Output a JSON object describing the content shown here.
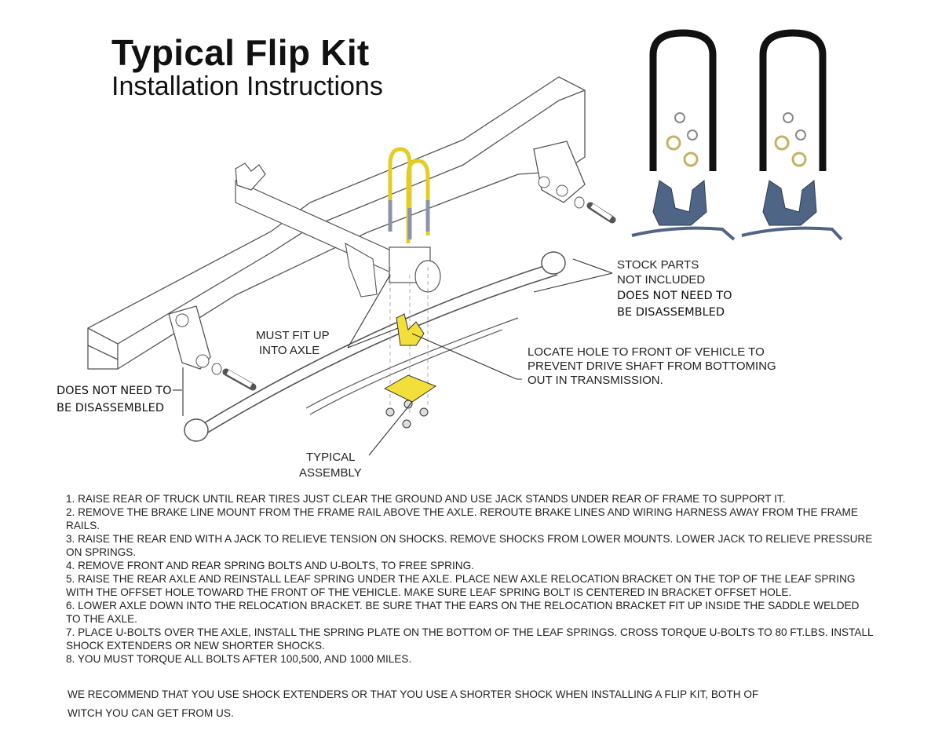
{
  "header": {
    "title": "Typical Flip Kit",
    "subtitle": "Installation Instructions"
  },
  "callouts": {
    "stock_parts_line1": "STOCK PARTS",
    "stock_parts_line2": "NOT INCLUDED",
    "no_disassemble_right_line1": "DOES NOT NEED TO",
    "no_disassemble_right_line2": "BE DISASSEMBLED",
    "must_fit_line1": "MUST FIT UP",
    "must_fit_line2": "INTO AXLE",
    "locate_hole_line1": "LOCATE HOLE TO FRONT OF VEHICLE TO",
    "locate_hole_line2": "PREVENT DRIVE SHAFT FROM BOTTOMING",
    "locate_hole_line3": "OUT IN TRANSMISSION.",
    "no_disassemble_left_line1": "DOES NOT NEED TO",
    "no_disassemble_left_line2": "BE DISASSEMBLED",
    "typical_line1": "TYPICAL",
    "typical_line2": "ASSEMBLY"
  },
  "steps": [
    "1.  RAISE REAR OF TRUCK UNTIL REAR TIRES JUST CLEAR THE GROUND AND USE JACK STANDS UNDER REAR OF FRAME TO SUPPORT IT.",
    "2.  REMOVE THE BRAKE LINE MOUNT FROM THE FRAME RAIL ABOVE THE AXLE.  REROUTE BRAKE LINES AND WIRING HARNESS AWAY FROM THE FRAME RAILS.",
    "3.  RAISE THE REAR END WITH A JACK TO RELIEVE TENSION ON SHOCKS.  REMOVE SHOCKS FROM LOWER MOUNTS. LOWER JACK TO RELIEVE PRESSURE ON SPRINGS.",
    "4.  REMOVE FRONT AND REAR SPRING BOLTS AND U-BOLTS, TO FREE SPRING.",
    "5.  RAISE THE REAR AXLE AND REINSTALL LEAF SPRING UNDER THE AXLE.  PLACE NEW AXLE RELOCATION BRACKET ON THE TOP OF THE LEAF SPRING WITH THE OFFSET HOLE TOWARD THE FRONT OF THE VEHICLE.  MAKE SURE LEAF SPRING BOLT IS CENTERED IN BRACKET OFFSET HOLE.",
    "6.  LOWER AXLE DOWN INTO THE RELOCATION BRACKET.  BE SURE THAT THE EARS ON THE RELOCATION BRACKET FIT UP INSIDE THE SADDLE WELDED TO THE AXLE.",
    "7.  PLACE U-BOLTS OVER THE AXLE, INSTALL THE SPRING PLATE ON THE BOTTOM OF THE LEAF SPRINGS. CROSS TORQUE U-BOLTS TO 80 FT.LBS.  INSTALL SHOCK EXTENDERS OR NEW SHORTER SHOCKS.",
    "8.  YOU MUST TORQUE ALL BOLTS AFTER 100,500, AND 1000 MILES."
  ],
  "footer": {
    "line1": "WE RECOMMEND THAT YOU USE SHOCK EXTENDERS OR THAT YOU USE A SHORTER SHOCK WHEN INSTALLING A FLIP KIT, BOTH OF",
    "line2": "WITCH YOU CAN GET FROM US."
  },
  "colors": {
    "kit_yellow": "#f2df3a",
    "stock_blue": "#4f6585",
    "line": "#444444"
  }
}
